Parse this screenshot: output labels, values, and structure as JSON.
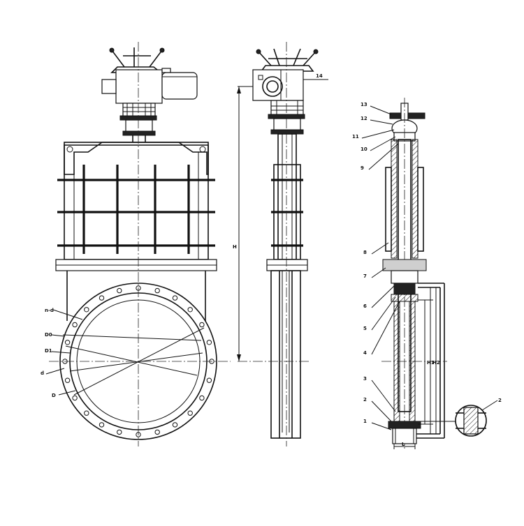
{
  "drawing": {
    "front_labels": [
      "n-d",
      "D0",
      "D1",
      "d",
      "D"
    ],
    "side_labels": [
      "14",
      "H"
    ],
    "section_labels": [
      "13",
      "12",
      "11",
      "10",
      "9",
      "8",
      "7",
      "6",
      "5",
      "4",
      "3",
      "2",
      "1",
      "L",
      "H1",
      "H2"
    ],
    "detail_labels": [
      "2"
    ]
  }
}
